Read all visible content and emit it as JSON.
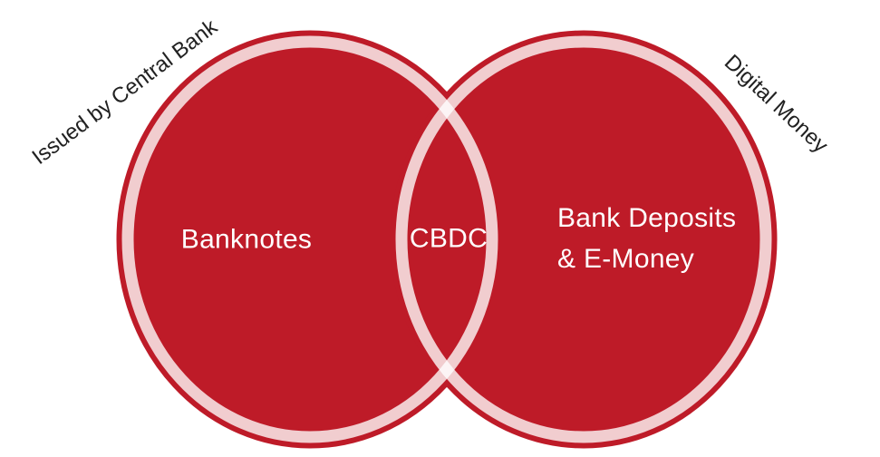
{
  "diagram": {
    "type": "venn",
    "left_circle": {
      "label": "Banknotes",
      "annotation": "Issued by Central Bank"
    },
    "right_circle": {
      "label": "Bank Deposits\n& E-Money",
      "annotation": "Digital Money"
    },
    "intersection": {
      "label": "CBDC"
    }
  },
  "colors": {
    "background": "#FFFFFF",
    "circle_fill": "#BE1B28",
    "ring": "rgba(255,255,255,0.78)",
    "circle_label_text": "#FFFFFF",
    "annotation_text": "#212121"
  }
}
